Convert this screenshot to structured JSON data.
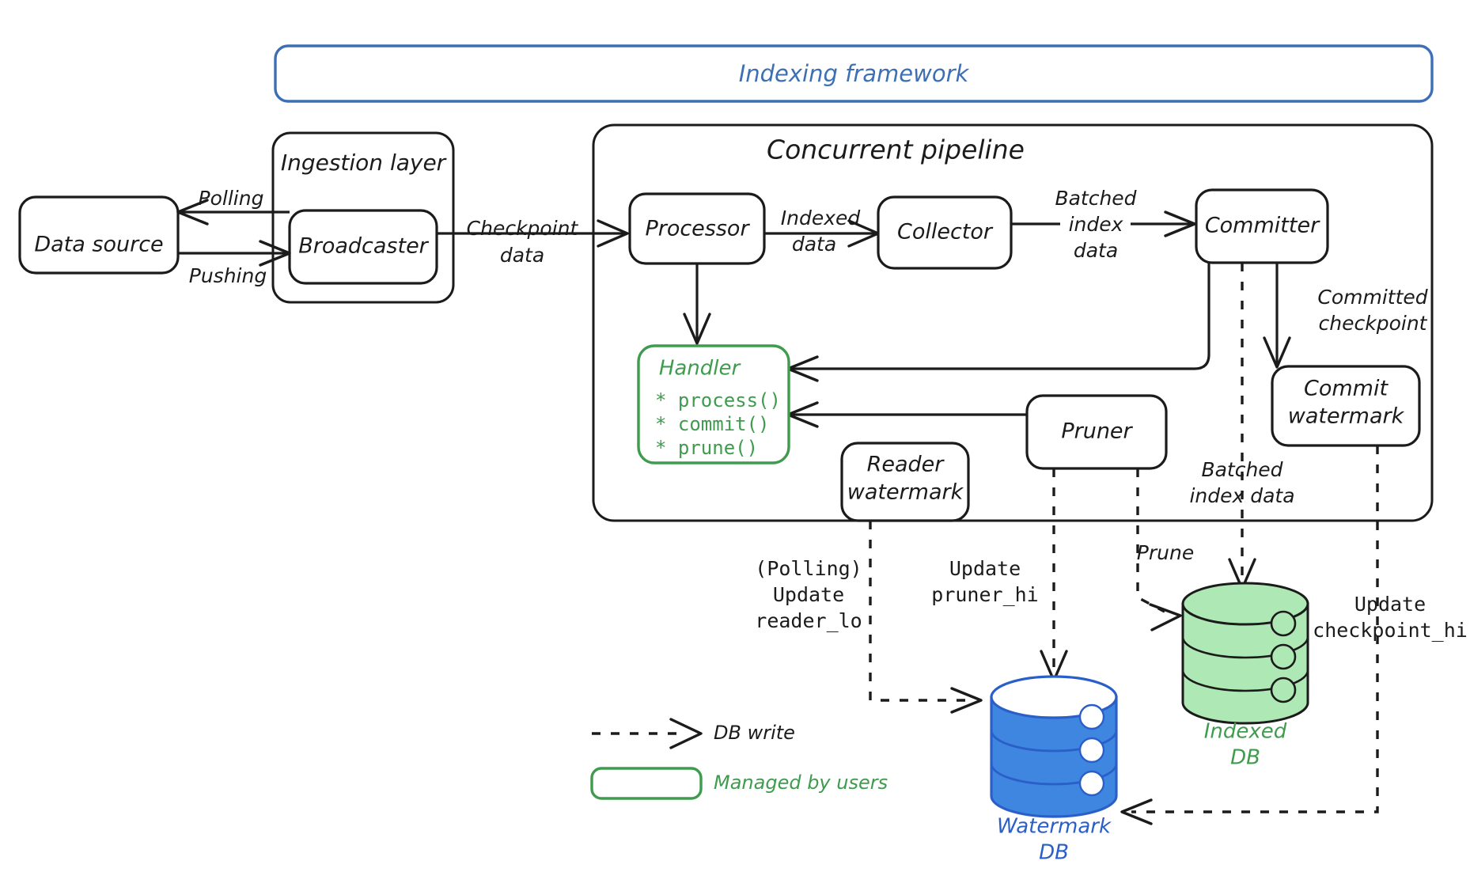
{
  "diagram": {
    "title": "Indexing framework",
    "pipeline_title": "Concurrent pipeline",
    "ingestion_title": "Ingestion layer"
  },
  "nodes": {
    "data_source": "Data source",
    "broadcaster": "Broadcaster",
    "processor": "Processor",
    "collector": "Collector",
    "committer": "Committer",
    "commit_watermark_line1": "Commit",
    "commit_watermark_line2": "watermark",
    "reader_watermark_line1": "Reader",
    "reader_watermark_line2": "watermark",
    "pruner": "Pruner"
  },
  "handler": {
    "title": "Handler",
    "methods": [
      "* process()",
      "* commit()",
      "* prune()"
    ],
    "color": "#3f9b4e"
  },
  "databases": {
    "indexed": {
      "label_line1": "Indexed",
      "label_line2": "DB",
      "color": "#3f9b4e",
      "fill": "#aee8b4"
    },
    "watermark": {
      "label_line1": "Watermark",
      "label_line2": "DB",
      "color": "#2a5fc9",
      "fill": "#3f86e0"
    }
  },
  "edges": {
    "polling": "Polling",
    "pushing": "Pushing",
    "checkpoint_data_line1": "Checkpoint",
    "checkpoint_data_line2": "data",
    "indexed_data_line1": "Indexed",
    "indexed_data_line2": "data",
    "batched_index_data_line1": "Batched",
    "batched_index_data_line2": "index",
    "batched_index_data_line3": "data",
    "committed_checkpoint_line1": "Committed",
    "committed_checkpoint_line2": "checkpoint",
    "batched_index_data2_line1": "Batched",
    "batched_index_data2_line2": "index data",
    "prune": "Prune"
  },
  "db_writes": {
    "reader_line1": "(Polling)",
    "reader_line2": "Update",
    "reader_line3": "reader_lo",
    "pruner_line1": "Update",
    "pruner_line2": "pruner_hi",
    "checkpoint_line1": "Update",
    "checkpoint_line2": "checkpoint_hi"
  },
  "legend": {
    "db_write": "DB write",
    "managed_by_users": "Managed by users",
    "managed_color": "#3f9b4e"
  },
  "colors": {
    "frame_blue": "#3d6fb4",
    "green": "#3f9b4e",
    "ink": "#1b1b1b"
  }
}
